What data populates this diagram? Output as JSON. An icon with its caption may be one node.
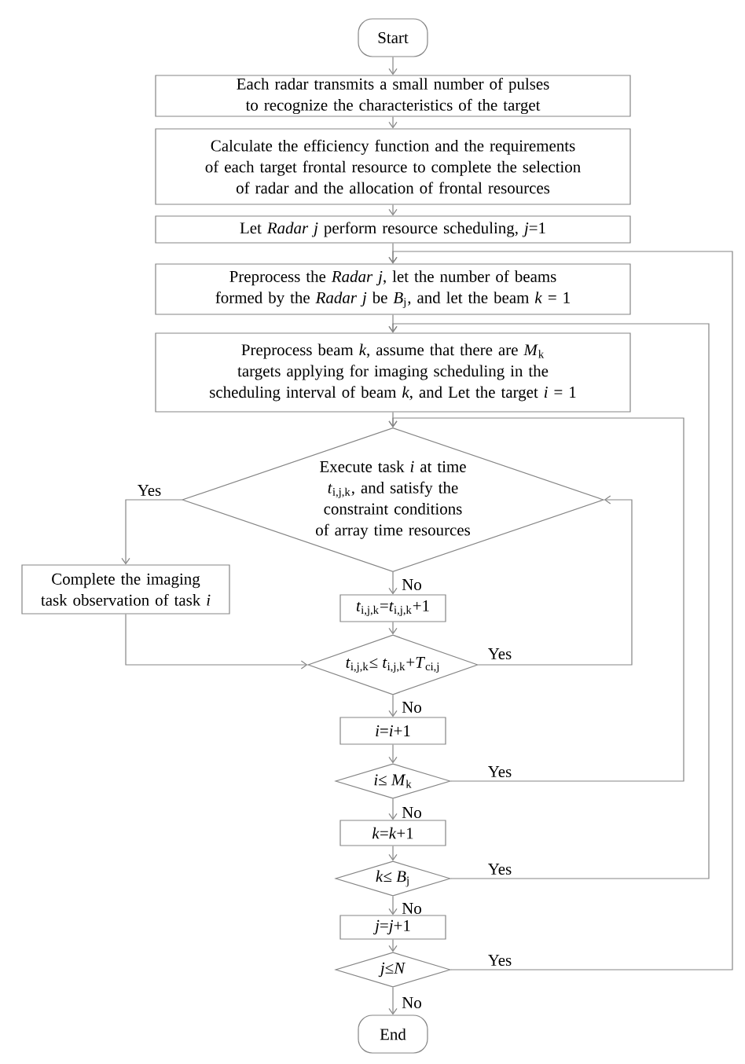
{
  "diagram": {
    "nodes": [
      {
        "text": [
          "Start"
        ]
      },
      {
        "text": [
          "Each radar transmits a small number of pulses to recognize the characteristics of the target"
        ]
      },
      {
        "text": [
          "Calculate the efficiency function and the requirements of each target frontal resource to complete the selection of radar and the allocation of frontal resources"
        ]
      },
      {
        "text": [
          "Let *Radar j* perform resource scheduling, *j*=1"
        ]
      },
      {
        "text": [
          "Preprocess the *Radar j*, let the number of beams formed by the *Radar j* be *B*$_{j}$, and let the beam *k* = 1"
        ]
      },
      {
        "text": [
          "Preprocess beam *k*, assume that there are *M*$_{k}$ targets applying for imaging scheduling in the scheduling interval of beam *k*, and Let the target *i* = 1"
        ]
      },
      {
        "text": [
          "Execute task *i* at time *t*$_{i,j,k}$, and satisfy the constraint conditions of array time resources"
        ]
      },
      {
        "text": [
          "Complete the imaging task observation of task *i*"
        ]
      },
      {
        "text": [
          "*t*$_{i,j,k}$=*t*$_{i,j,k}$+1"
        ]
      },
      {
        "text": [
          "*t*$_{i,j,k}$≤ *t*$_{i,j,k}$+*T*$_{ci,j}$"
        ]
      },
      {
        "text": [
          "*i*=*i*+1"
        ]
      },
      {
        "text": [
          "*i*≤ *M*$_{k}$"
        ]
      },
      {
        "text": [
          "*k*=*k*+1"
        ]
      },
      {
        "text": [
          "*k*≤ *B*$_{j}$"
        ]
      },
      {
        "text": [
          "*j*=*j*+1"
        ]
      },
      {
        "text": [
          "*j*≤*N*"
        ]
      },
      {
        "text": [
          "End"
        ]
      }
    ],
    "edges": [
      {
        "from": 0,
        "to": 1,
        "arrow": "to"
      },
      {
        "from": 1,
        "to": 2,
        "arrow": "to"
      },
      {
        "from": 2,
        "to": 3,
        "arrow": "to"
      },
      {
        "from": 3,
        "to": 4,
        "arrow": "to"
      },
      {
        "from": 4,
        "to": 5,
        "arrow": "to"
      },
      {
        "from": 5,
        "to": 6,
        "arrow": "to"
      },
      {
        "from": 6,
        "to": 7,
        "arrow": "to",
        "label": "Yes"
      },
      {
        "from": 6,
        "to": 8,
        "arrow": "to",
        "label": "No"
      },
      {
        "from": 8,
        "to": 9,
        "arrow": "to"
      },
      {
        "from": 7,
        "to": 9,
        "arrow": "to"
      },
      {
        "from": 9,
        "to": 6,
        "arrow": "to",
        "label": "Yes"
      },
      {
        "from": 9,
        "to": 10,
        "arrow": "to",
        "label": "No"
      },
      {
        "from": 10,
        "to": 11,
        "arrow": "to"
      },
      {
        "from": 11,
        "to": 6,
        "arrow": "to",
        "label": "Yes"
      },
      {
        "from": 11,
        "to": 12,
        "arrow": "to",
        "label": "No"
      },
      {
        "from": 12,
        "to": 13,
        "arrow": "to"
      },
      {
        "from": 13,
        "to": 5,
        "arrow": "to",
        "label": "Yes"
      },
      {
        "from": 13,
        "to": 14,
        "arrow": "to",
        "label": "No"
      },
      {
        "from": 14,
        "to": 15,
        "arrow": "to"
      },
      {
        "from": 15,
        "to": 4,
        "arrow": "to",
        "label": "Yes"
      },
      {
        "from": 15,
        "to": 16,
        "arrow": "to",
        "label": "No"
      }
    ]
  }
}
